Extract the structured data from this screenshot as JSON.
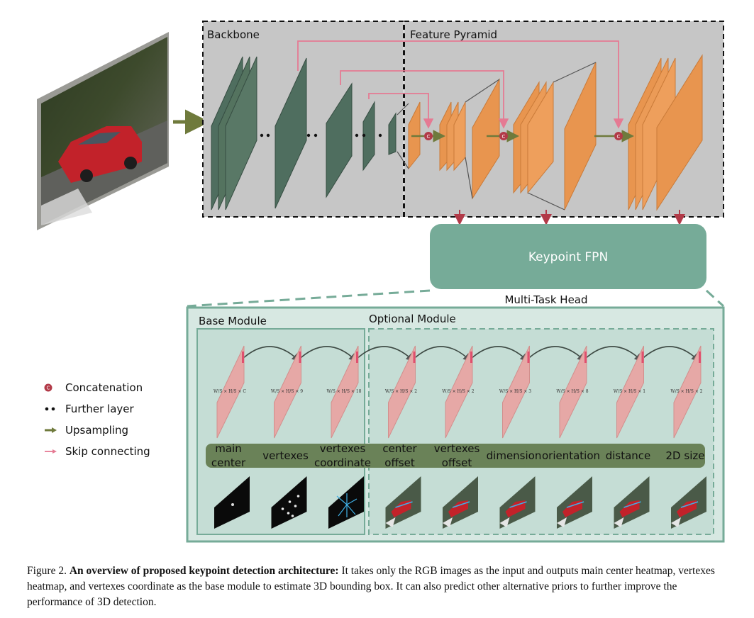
{
  "figure": {
    "backbone_label": "Backbone",
    "pyramid_label": "Feature Pyramid",
    "keypoint_fpn_label": "Keypoint FPN",
    "multitask_label": "Multi-Task Head",
    "base_module_label": "Base Module",
    "optional_module_label": "Optional Module",
    "concat_symbol": "C",
    "outputs": [
      {
        "line1": "main",
        "line2": "center",
        "dims": "W/S × H/S × C"
      },
      {
        "line1": "vertexes",
        "line2": "",
        "dims": "W/S × H/S × 9"
      },
      {
        "line1": "vertexes",
        "line2": "coordinate",
        "dims": "W/S × H/S × 18"
      },
      {
        "line1": "center",
        "line2": "offset",
        "dims": "W/S × H/S × 2"
      },
      {
        "line1": "vertexes",
        "line2": "offset",
        "dims": "W/S × H/S × 2"
      },
      {
        "line1": "dimension",
        "line2": "",
        "dims": "W/S × H/S × 3"
      },
      {
        "line1": "orientation",
        "line2": "",
        "dims": "W/S × H/S × 8"
      },
      {
        "line1": "distance",
        "line2": "",
        "dims": "W/S × H/S × 1"
      },
      {
        "line1": "2D size",
        "line2": "",
        "dims": "W/S × H/S × 2"
      }
    ]
  },
  "legend": {
    "concatenation": "Concatenation",
    "further_layer": "Further layer",
    "upsampling": "Upsampling",
    "skip_connecting": "Skip connecting"
  },
  "caption": {
    "prefix": "Figure 2.",
    "bold": "An overview of proposed keypoint detection architecture:",
    "body": "It takes only the RGB images as the input and outputs main center heatmap, vertexes heatmap, and vertexes coordinate as the base module to estimate 3D bounding box. It can also predict other alternative priors to further improve the performance of 3D detection."
  },
  "colors": {
    "backbone": "#4f6e5f",
    "pyramid": "#e8954f",
    "fpn": "#76ab98",
    "head_bg": "#d7e8e2",
    "head_border": "#76ab98",
    "skip": "#e57a93",
    "upsample": "#6f7a3c",
    "map": "#e6a8a6",
    "label_bar": "#6a8258"
  }
}
